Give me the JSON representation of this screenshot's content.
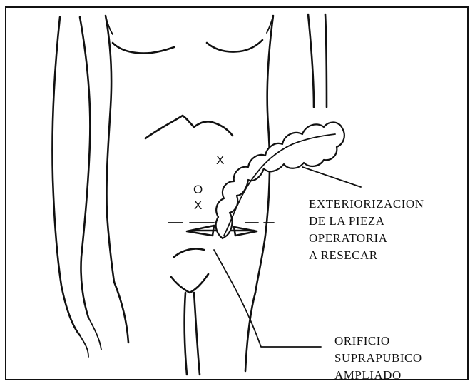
{
  "labels": {
    "exteriorization": [
      "EXTERIORIZACION",
      "DE LA PIEZA",
      "OPERATORIA",
      "A RESECAR"
    ],
    "orifice": [
      "ORIFICIO",
      "SUPRAPUBICO",
      "AMPLIADO"
    ]
  },
  "marks": {
    "upper_x": "X",
    "lower_o": "O",
    "lower_x": "X"
  },
  "colors": {
    "line": "#111111",
    "background": "#ffffff"
  }
}
